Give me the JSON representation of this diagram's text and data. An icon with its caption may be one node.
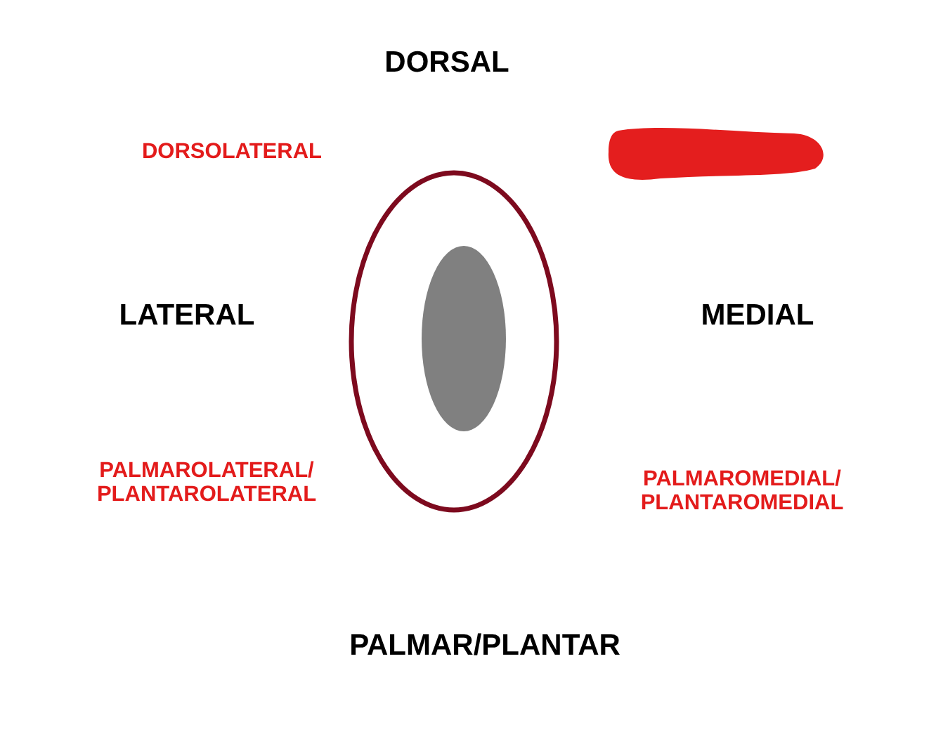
{
  "diagram": {
    "labels": [
      "DORSAL",
      "DORSOLATERAL",
      "LATERAL",
      "MEDIAL",
      "PALMAROLATERAL/ PLANTAROLATERAL",
      "PALMAROMEDIAL/ PLANTAROMEDIAL",
      "PALMAR/PLANTAR"
    ]
  }
}
